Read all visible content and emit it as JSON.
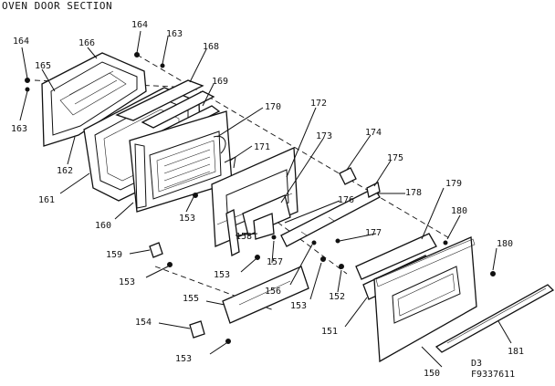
{
  "title": "OVEN DOOR SECTION",
  "figure_code_line1": "D3",
  "figure_code_line2": "F9337611",
  "labels": {
    "n150": "150",
    "n151": "151",
    "n152": "152",
    "n153a": "153",
    "n153b": "153",
    "n153c": "153",
    "n153d": "153",
    "n153e": "153",
    "n154": "154",
    "n155": "155",
    "n156": "156",
    "n157": "157",
    "n158": "158",
    "n159": "159",
    "n160": "160",
    "n161": "161",
    "n162": "162",
    "n163a": "163",
    "n163b": "163",
    "n164a": "164",
    "n164b": "164",
    "n165": "165",
    "n166": "166",
    "n168": "168",
    "n169": "169",
    "n170": "170",
    "n171": "171",
    "n172": "172",
    "n173": "173",
    "n174": "174",
    "n175": "175",
    "n176": "176",
    "n177": "177",
    "n178": "178",
    "n179": "179",
    "n180a": "180",
    "n180b": "180",
    "n181": "181"
  }
}
